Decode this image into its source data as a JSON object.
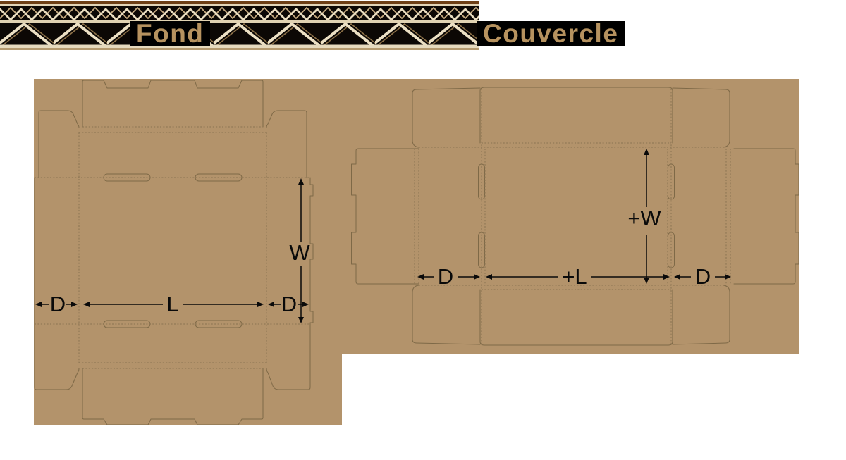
{
  "titles": {
    "fond": "Fond",
    "couvercle": "Couvercle"
  },
  "fond": {
    "labels": {
      "d_left": "D",
      "l": "L",
      "d_right": "D",
      "w": "W"
    }
  },
  "couvercle": {
    "labels": {
      "d_left": "D",
      "l": "+L",
      "d_right": "D",
      "w": "+W"
    }
  },
  "photo": {
    "description": "corrugated-cardboard-cross-section"
  },
  "colors": {
    "cardboard": "#b3936b",
    "dieline_stroke": "#7e6947",
    "dimension_ink": "#0a0a0a",
    "title_text": "#b6925f",
    "title_background": "#000000",
    "photo_background": "#0c0805",
    "flute_paper": "#e9dcbf",
    "liner_paper": "#e0d2b2",
    "kraft_edge": "#6e3f16"
  }
}
